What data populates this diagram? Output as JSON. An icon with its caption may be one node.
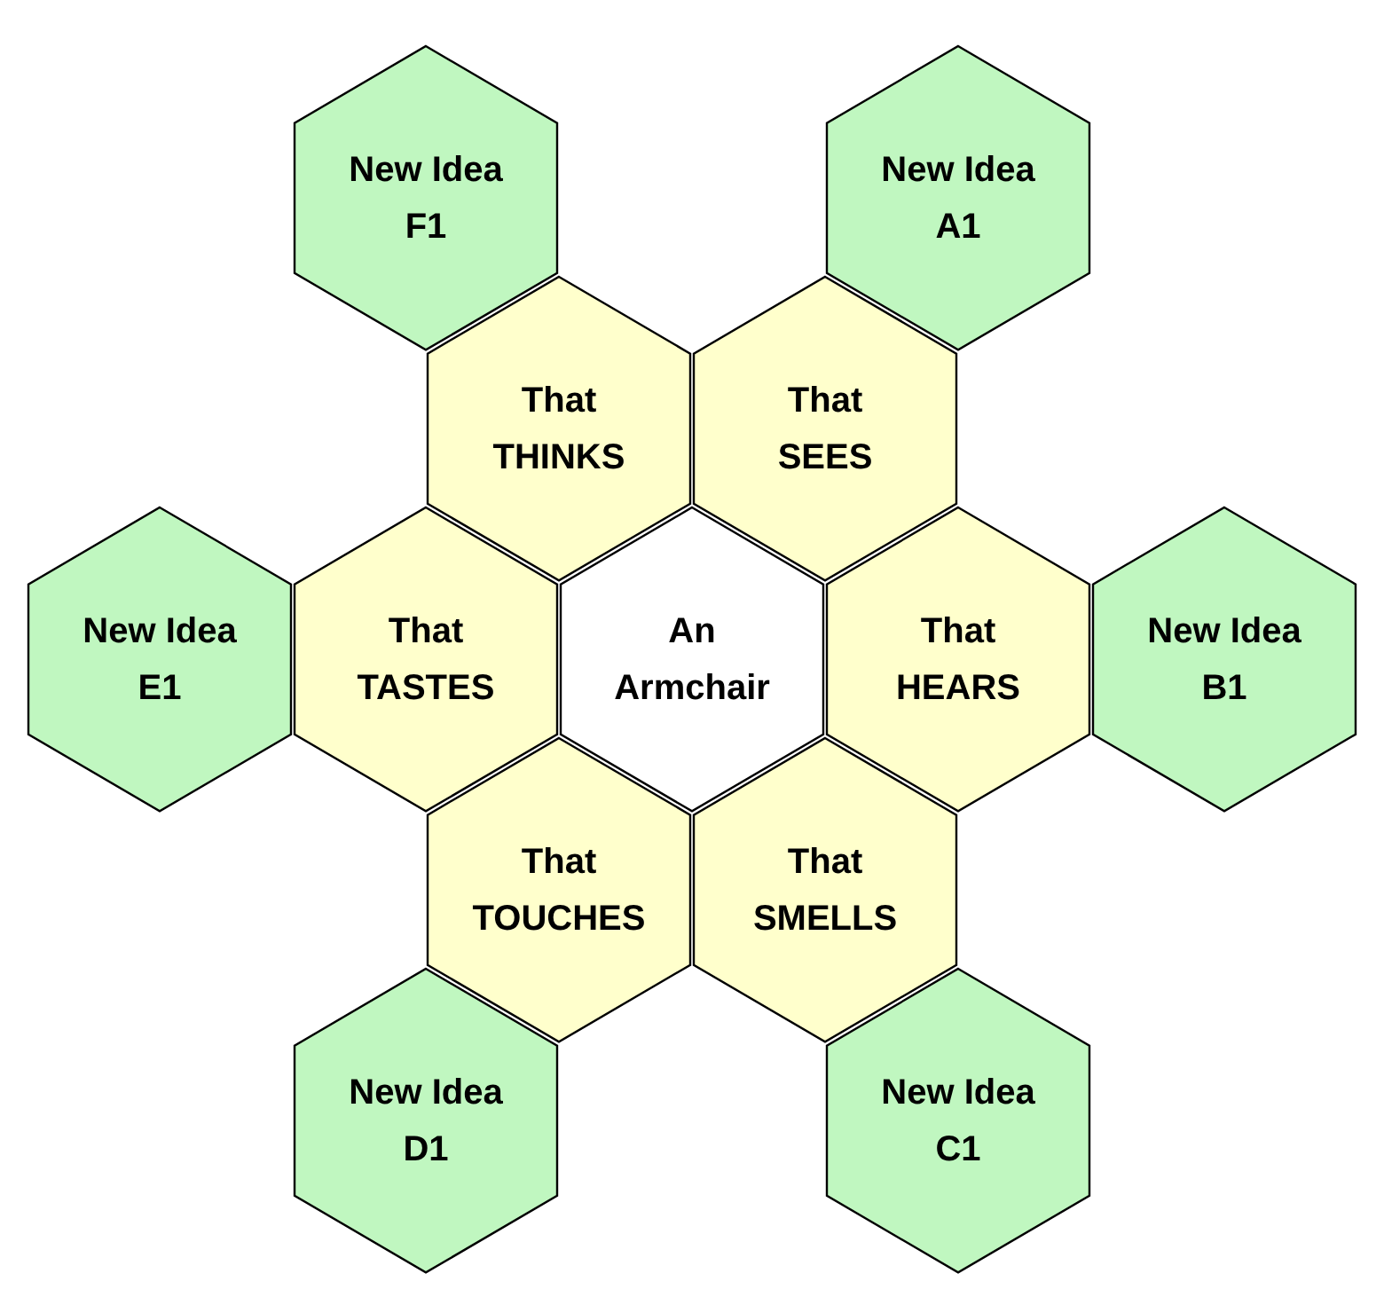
{
  "diagram": {
    "nodes": [
      {
        "text": [
          "New Idea F1"
        ]
      },
      {
        "text": [
          "New Idea A1"
        ]
      },
      {
        "text": [
          "That THINKS"
        ]
      },
      {
        "text": [
          "That SEES"
        ]
      },
      {
        "text": [
          "New Idea E1"
        ]
      },
      {
        "text": [
          "That TASTES"
        ]
      },
      {
        "text": [
          "An Armchair"
        ]
      },
      {
        "text": [
          "That HEARS"
        ]
      },
      {
        "text": [
          "New Idea B1"
        ]
      },
      {
        "text": [
          "That TOUCHES"
        ]
      },
      {
        "text": [
          "That SMELLS"
        ]
      },
      {
        "text": [
          "New Idea D1"
        ]
      },
      {
        "text": [
          "New Idea C1"
        ]
      }
    ]
  }
}
